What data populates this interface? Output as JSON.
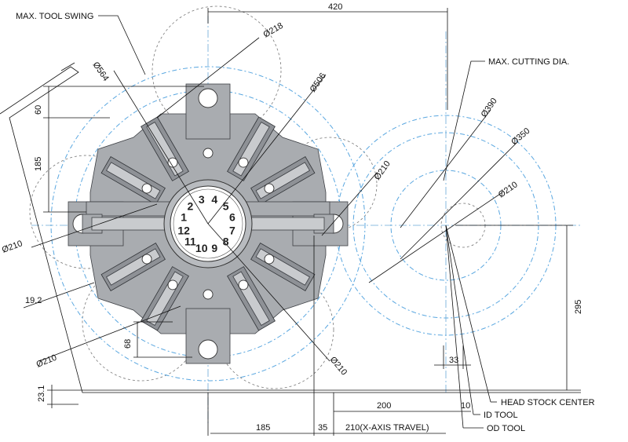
{
  "labels": {
    "max_tool_swing": "MAX. TOOL SWING",
    "max_cutting_dia": "MAX. CUTTING DIA.",
    "head_stock_center": "HEAD STOCK CENTER",
    "id_tool": "ID TOOL",
    "od_tool": "OD TOOL"
  },
  "dimensions": {
    "width_420": "420",
    "d218": "Ø218",
    "d564": "Ø564",
    "d506": "Ø506",
    "d390": "Ø390",
    "d350": "Ø350",
    "d210_right": "Ø210",
    "d210_center": "Ø210",
    "d210_left": "Ø210",
    "d210_bottom_left": "Ø210",
    "d210_bottom": "Ø210",
    "h60": "60",
    "h185": "185",
    "h19_2": "19.2",
    "h68": "68",
    "h23_1": "23.1",
    "h295": "295",
    "w33": "33",
    "w200": "200",
    "w10": "10",
    "w185": "185",
    "w35": "35",
    "x_travel": "210(X-AXIS TRAVEL)"
  },
  "turret_numbers": [
    "1",
    "2",
    "3",
    "4",
    "5",
    "6",
    "7",
    "8",
    "9",
    "10",
    "11",
    "12"
  ],
  "colors": {
    "centerline": "#5aa7e0",
    "metal": "#a9acb0",
    "line": "#111111"
  }
}
